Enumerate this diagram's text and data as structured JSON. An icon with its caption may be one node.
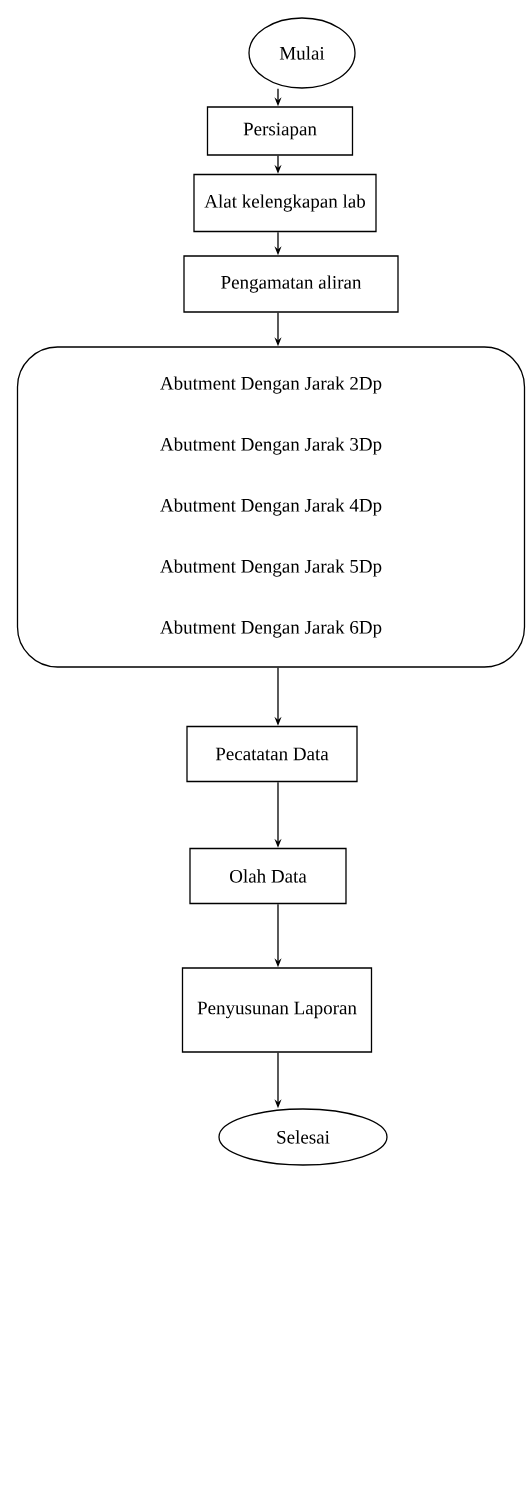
{
  "diagram": {
    "nodes": [
      {
        "text": [
          "Mulai"
        ]
      },
      {
        "text": [
          "Persiapan"
        ]
      },
      {
        "text": [
          "Alat kelengkapan lab"
        ]
      },
      {
        "text": [
          "Pengamatan aliran"
        ]
      },
      {
        "text": [
          "Abutment Dengan Jarak 2Dp",
          "Abutment Dengan Jarak 3Dp",
          "Abutment Dengan Jarak 4Dp",
          "Abutment Dengan Jarak 5Dp",
          "Abutment Dengan Jarak 6Dp"
        ]
      },
      {
        "text": [
          "Pecatatan Data"
        ]
      },
      {
        "text": [
          "Olah Data"
        ]
      },
      {
        "text": [
          "Penyusunan Laporan"
        ]
      },
      {
        "text": [
          "Selesai"
        ]
      }
    ],
    "edges": [
      {
        "from": 0,
        "to": 1,
        "arrow": "to"
      },
      {
        "from": 1,
        "to": 2,
        "arrow": "to"
      },
      {
        "from": 2,
        "to": 3,
        "arrow": "to"
      },
      {
        "from": 3,
        "to": 4,
        "arrow": "to"
      },
      {
        "from": 4,
        "to": 5,
        "arrow": "to"
      },
      {
        "from": 5,
        "to": 6,
        "arrow": "to"
      },
      {
        "from": 6,
        "to": 7,
        "arrow": "to"
      },
      {
        "from": 7,
        "to": 8,
        "arrow": "to"
      }
    ]
  }
}
